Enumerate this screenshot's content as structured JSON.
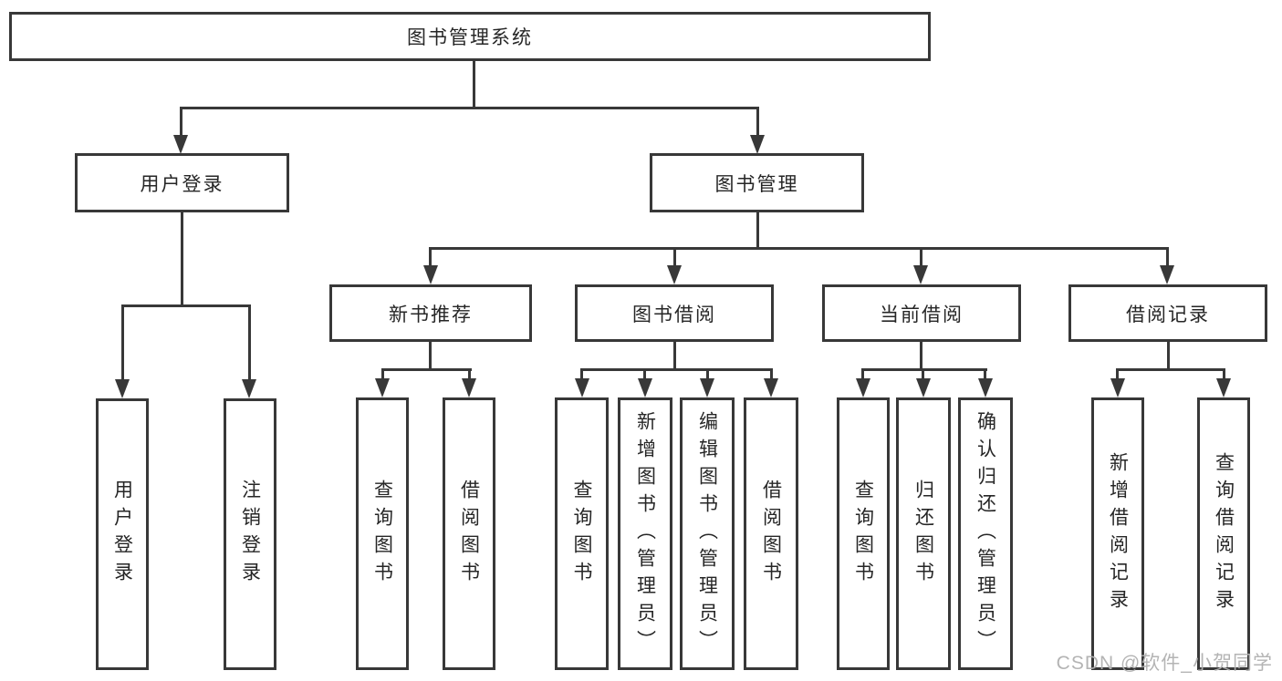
{
  "diagram": {
    "nodes": {
      "root": "图书管理系统",
      "user_login": "用户登录",
      "book_mgmt": "图书管理",
      "new_books": "新书推荐",
      "book_borrow": "图书借阅",
      "current_borrow": "当前借阅",
      "borrow_records": "借阅记录"
    },
    "leaves": {
      "user_login": "用户登录",
      "logout": "注销登录",
      "nb_query": "查询图书",
      "nb_borrow": "借阅图书",
      "bb_query": "查询图书",
      "bb_add": "新增图书（管理员）",
      "bb_edit": "编辑图书（管理员）",
      "bb_borrow": "借阅图书",
      "cb_query": "查询图书",
      "cb_return": "归还图书",
      "cb_confirm": "确认归还（管理员）",
      "br_add": "新增借阅记录",
      "br_query": "查询借阅记录"
    },
    "watermark": "CSDN @软件_小贺同学",
    "colors": {
      "line": "#383838",
      "text": "#262626",
      "background": "#ffffff",
      "watermark": "#b0b0b0"
    }
  }
}
